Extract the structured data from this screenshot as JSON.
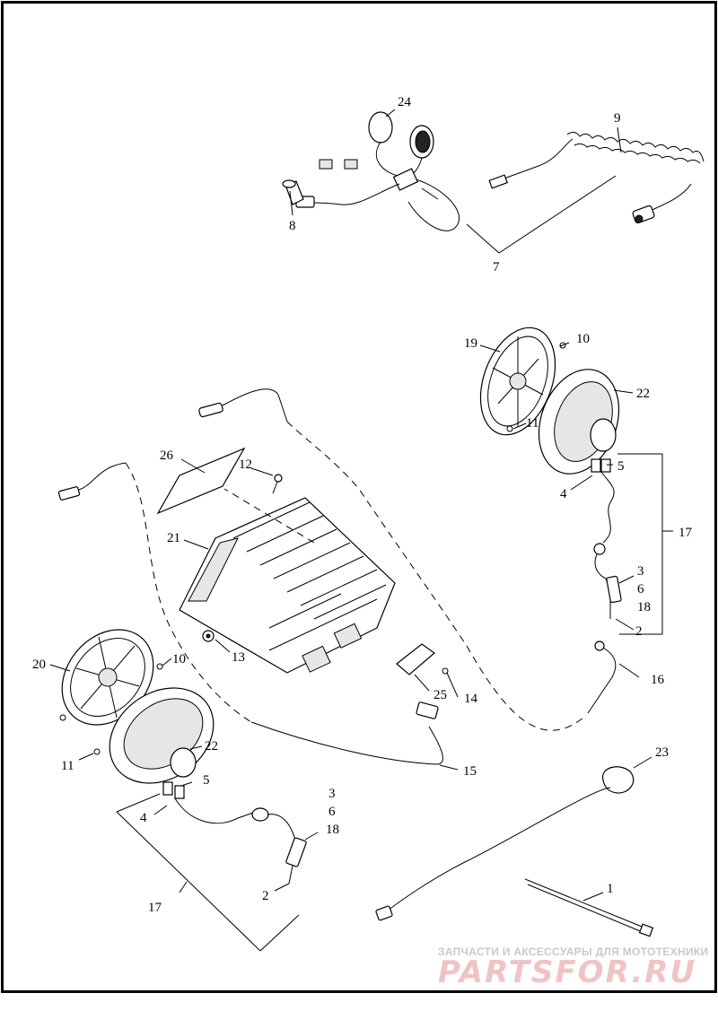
{
  "callouts": [
    "24",
    "9",
    "8",
    "7",
    "19",
    "10",
    "22",
    "11",
    "5",
    "4",
    "17",
    "3",
    "6",
    "18",
    "2",
    "26",
    "12",
    "21",
    "13",
    "16",
    "20",
    "10",
    "25",
    "14",
    "22",
    "11",
    "15",
    "23",
    "5",
    "4",
    "3",
    "6",
    "18",
    "2",
    "1",
    "17"
  ],
  "watermark": {
    "caption": "ЗАПЧАСТИ И АКСЕССУАРЫ ДЛЯ МОТОТЕХНИКИ",
    "logo": "PARTSFOR.RU"
  }
}
